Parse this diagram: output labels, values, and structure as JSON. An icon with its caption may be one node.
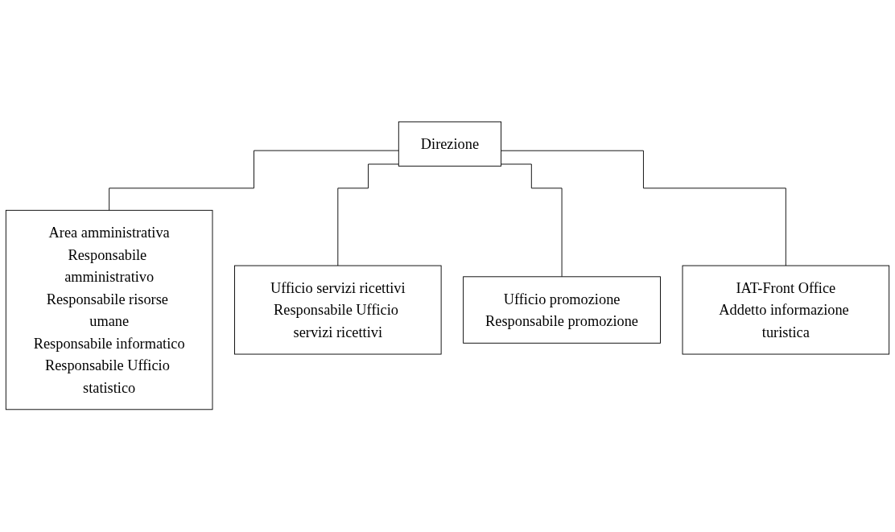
{
  "diagram": {
    "nodes": [
      {
        "text": [
          "Direzione"
        ]
      },
      {
        "text": [
          "Area amministrativa",
          "Responsabile amministrativo",
          "Responsabile risorse umane",
          "Responsabile informatico",
          "Responsabile Ufficio statistico"
        ]
      },
      {
        "text": [
          "Ufficio servizi ricettivi",
          "Responsabile Ufficio servizi ricettivi"
        ]
      },
      {
        "text": [
          "Ufficio promozione",
          "Responsabile promozione"
        ]
      },
      {
        "text": [
          "IAT-Front Office",
          "Addetto informazione turistica"
        ]
      }
    ],
    "edges": [
      {
        "from": 0,
        "to": 1,
        "arrow": "none"
      },
      {
        "from": 0,
        "to": 2,
        "arrow": "none"
      },
      {
        "from": 0,
        "to": 3,
        "arrow": "none"
      },
      {
        "from": 0,
        "to": 4,
        "arrow": "none"
      }
    ]
  }
}
